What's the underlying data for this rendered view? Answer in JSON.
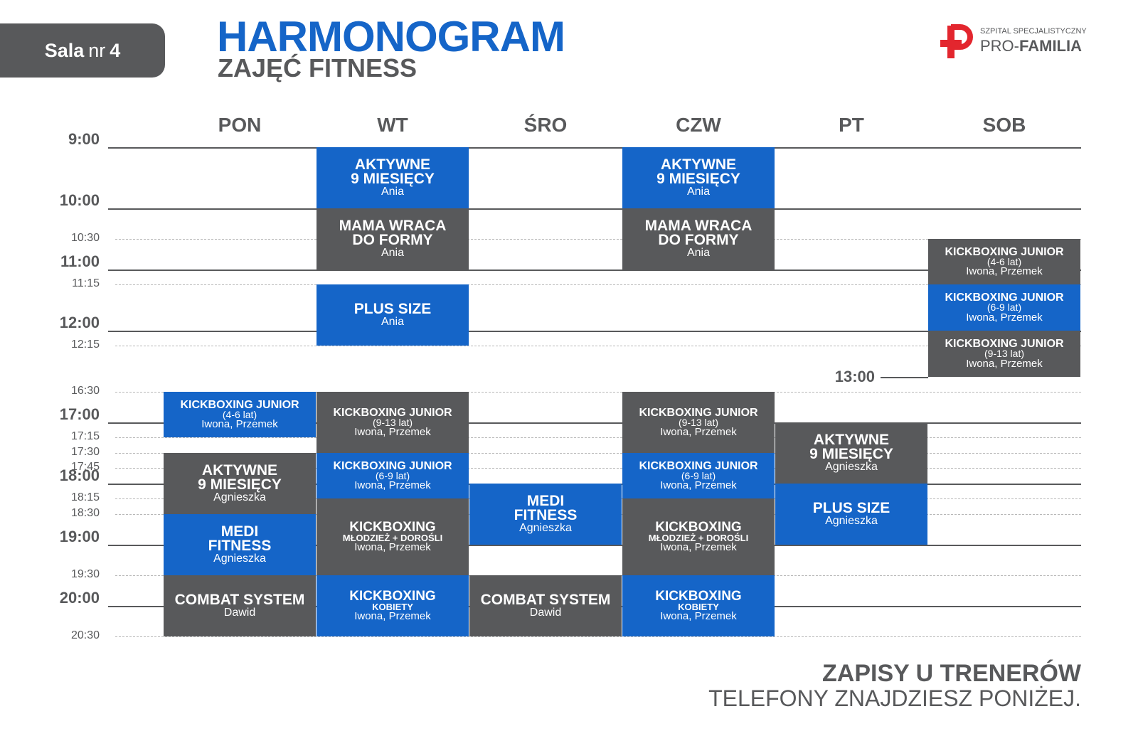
{
  "header": {
    "sala_word": "Sala",
    "sala_nr": "nr",
    "sala_number": "4",
    "title": "HARMONOGRAM",
    "subtitle": "ZAJĘĆ FITNESS"
  },
  "logo": {
    "small_text": "SZPITAL SPECJALISTYCZNY",
    "brand_light": "PRO-",
    "brand_bold": "FAMILIA",
    "mark_color": "#e3262e"
  },
  "colors": {
    "blue": "#1565c8",
    "gray": "#58595b"
  },
  "days": [
    "PON",
    "WT",
    "ŚRO",
    "CZW",
    "PT",
    "SOB"
  ],
  "times": [
    {
      "label": "9:00",
      "kind": "major"
    },
    {
      "label": "10:00",
      "kind": "major"
    },
    {
      "label": "10:30",
      "kind": "minor"
    },
    {
      "label": "11:00",
      "kind": "major"
    },
    {
      "label": "11:15",
      "kind": "minor"
    },
    {
      "label": "12:00",
      "kind": "major"
    },
    {
      "label": "12:15",
      "kind": "minor"
    },
    {
      "label": "13:00",
      "kind": "special"
    },
    {
      "label": "16:30",
      "kind": "minor"
    },
    {
      "label": "17:00",
      "kind": "major"
    },
    {
      "label": "17:15",
      "kind": "minor"
    },
    {
      "label": "17:30",
      "kind": "minor"
    },
    {
      "label": "17:45",
      "kind": "minor"
    },
    {
      "label": "18:00",
      "kind": "major"
    },
    {
      "label": "18:15",
      "kind": "minor"
    },
    {
      "label": "18:30",
      "kind": "minor"
    },
    {
      "label": "19:00",
      "kind": "major"
    },
    {
      "label": "19:30",
      "kind": "minor"
    },
    {
      "label": "20:00",
      "kind": "major"
    },
    {
      "label": "20:30",
      "kind": "minor"
    }
  ],
  "classes": [
    {
      "day": 1,
      "start": "9:00",
      "end": "10:00",
      "color": "blue",
      "size": "l",
      "title": "AKTYWNE\n9 MIESIĘCY",
      "sub": "",
      "trainer": "Ania"
    },
    {
      "day": 3,
      "start": "9:00",
      "end": "10:00",
      "color": "blue",
      "size": "l",
      "title": "AKTYWNE\n9 MIESIĘCY",
      "sub": "",
      "trainer": "Ania"
    },
    {
      "day": 1,
      "start": "10:00",
      "end": "11:00",
      "color": "gray",
      "size": "l",
      "title": "MAMA WRACA\nDO FORMY",
      "sub": "",
      "trainer": "Ania"
    },
    {
      "day": 3,
      "start": "10:00",
      "end": "11:00",
      "color": "gray",
      "size": "l",
      "title": "MAMA WRACA\nDO FORMY",
      "sub": "",
      "trainer": "Ania"
    },
    {
      "day": 1,
      "start": "11:15",
      "end": "12:15",
      "color": "blue",
      "size": "l",
      "title": "PLUS SIZE",
      "sub": "",
      "trainer": "Ania"
    },
    {
      "day": 5,
      "start": "10:30",
      "end": "11:15",
      "color": "gray",
      "size": "s",
      "title": "KICKBOXING JUNIOR",
      "sub": "(4-6 lat)",
      "trainer": "Iwona, Przemek"
    },
    {
      "day": 5,
      "start": "11:15",
      "end": "12:00",
      "color": "blue",
      "size": "s",
      "title": "KICKBOXING JUNIOR",
      "sub": "(6-9 lat)",
      "trainer": "Iwona, Przemek"
    },
    {
      "day": 5,
      "start": "12:00",
      "end": "13:00",
      "color": "gray",
      "size": "s",
      "title": "KICKBOXING JUNIOR",
      "sub": "(9-13 lat)",
      "trainer": "Iwona, Przemek"
    },
    {
      "day": 0,
      "start": "16:30",
      "end": "17:15",
      "color": "blue",
      "size": "s",
      "title": "KICKBOXING JUNIOR",
      "sub": "(4-6 lat)",
      "trainer": "Iwona, Przemek"
    },
    {
      "day": 0,
      "start": "17:30",
      "end": "18:30",
      "color": "gray",
      "size": "l",
      "title": "AKTYWNE\n9 MIESIĘCY",
      "sub": "",
      "trainer": "Agnieszka"
    },
    {
      "day": 0,
      "start": "18:30",
      "end": "19:30",
      "color": "blue",
      "size": "l",
      "title": "MEDI\nFITNESS",
      "sub": "",
      "trainer": "Agnieszka"
    },
    {
      "day": 0,
      "start": "19:30",
      "end": "20:30",
      "color": "gray",
      "size": "l",
      "title": "COMBAT SYSTEM",
      "sub": "",
      "trainer": "Dawid"
    },
    {
      "day": 1,
      "start": "16:30",
      "end": "17:30",
      "color": "gray",
      "size": "s",
      "title": "KICKBOXING JUNIOR",
      "sub": "(9-13 lat)",
      "trainer": "Iwona, Przemek"
    },
    {
      "day": 1,
      "start": "17:30",
      "end": "18:15",
      "color": "blue",
      "size": "s",
      "title": "KICKBOXING JUNIOR",
      "sub": "(6-9 lat)",
      "trainer": "Iwona, Przemek"
    },
    {
      "day": 1,
      "start": "18:15",
      "end": "19:30",
      "color": "gray",
      "size": "m",
      "title": "KICKBOXING",
      "sub": "MŁODZIEŻ + DOROŚLI",
      "trainer": "Iwona, Przemek"
    },
    {
      "day": 1,
      "start": "19:30",
      "end": "20:30",
      "color": "blue",
      "size": "m",
      "title": "KICKBOXING",
      "sub": "KOBIETY",
      "trainer": "Iwona, Przemek"
    },
    {
      "day": 2,
      "start": "18:00",
      "end": "19:00",
      "color": "blue",
      "size": "l",
      "title": "MEDI\nFITNESS",
      "sub": "",
      "trainer": "Agnieszka"
    },
    {
      "day": 2,
      "start": "19:30",
      "end": "20:30",
      "color": "gray",
      "size": "l",
      "title": "COMBAT SYSTEM",
      "sub": "",
      "trainer": "Dawid"
    },
    {
      "day": 3,
      "start": "16:30",
      "end": "17:30",
      "color": "gray",
      "size": "s",
      "title": "KICKBOXING JUNIOR",
      "sub": "(9-13 lat)",
      "trainer": "Iwona, Przemek"
    },
    {
      "day": 3,
      "start": "17:30",
      "end": "18:15",
      "color": "blue",
      "size": "s",
      "title": "KICKBOXING JUNIOR",
      "sub": "(6-9 lat)",
      "trainer": "Iwona, Przemek"
    },
    {
      "day": 3,
      "start": "18:15",
      "end": "19:30",
      "color": "gray",
      "size": "m",
      "title": "KICKBOXING",
      "sub": "MŁODZIEŻ + DOROŚLI",
      "trainer": "Iwona, Przemek"
    },
    {
      "day": 3,
      "start": "19:30",
      "end": "20:30",
      "color": "blue",
      "size": "m",
      "title": "KICKBOXING",
      "sub": "KOBIETY",
      "trainer": "Iwona, Przemek"
    },
    {
      "day": 4,
      "start": "17:00",
      "end": "18:00",
      "color": "gray",
      "size": "l",
      "title": "AKTYWNE\n9 MIESIĘCY",
      "sub": "",
      "trainer": "Agnieszka"
    },
    {
      "day": 4,
      "start": "18:00",
      "end": "19:00",
      "color": "blue",
      "size": "l",
      "title": "PLUS SIZE",
      "sub": "",
      "trainer": "Agnieszka"
    }
  ],
  "footer": {
    "line1": "ZAPISY U TRENERÓW",
    "line2": "TELEFONY ZNAJDZIESZ PONIŻEJ."
  }
}
